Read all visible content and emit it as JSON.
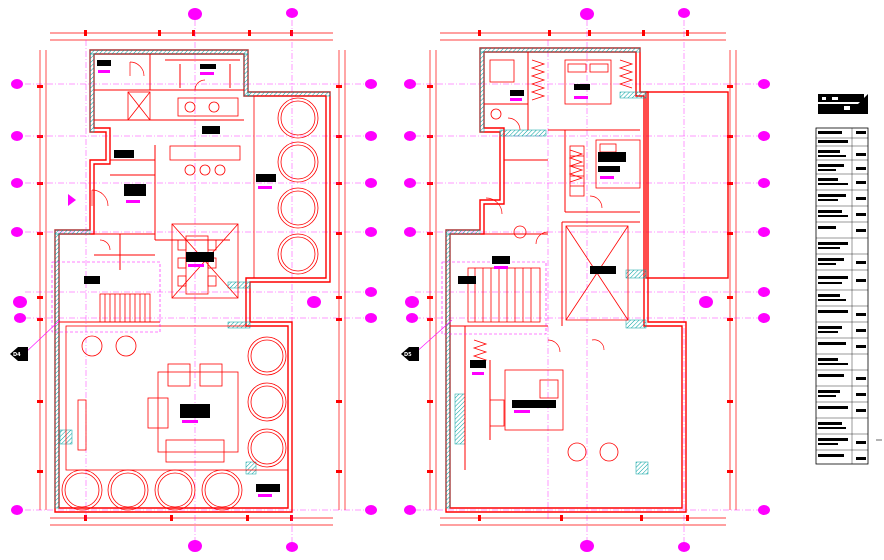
{
  "drawing": {
    "background": "#ffffff",
    "wall_color": "#ff0000",
    "axis_color": "#ff00ff",
    "hatch_color": "#00a0a0",
    "label_fill": "#000000",
    "tag_color": "#ff00ff"
  },
  "plans": [
    {
      "id": "plan-left",
      "section_marker": "D4"
    },
    {
      "id": "plan-right",
      "section_marker": "D5"
    }
  ],
  "title_block": {
    "logo_icon": "firm-logo-icon"
  }
}
